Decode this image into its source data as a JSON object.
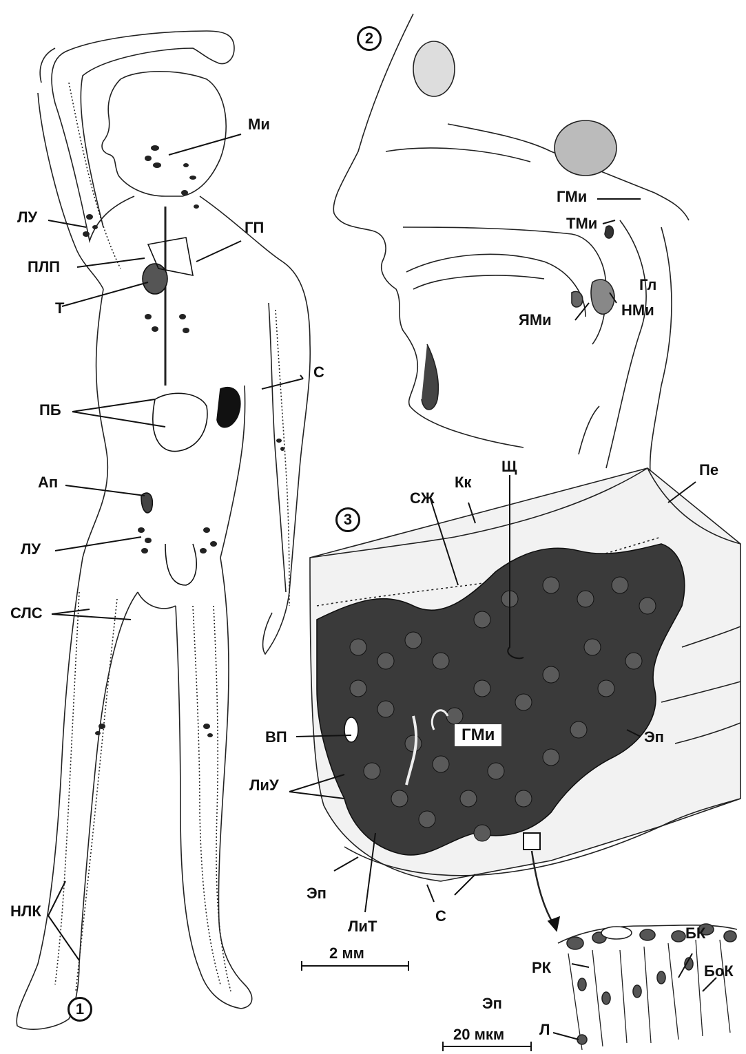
{
  "panels": [
    {
      "number": "1"
    },
    {
      "number": "2"
    },
    {
      "number": "3"
    }
  ],
  "labels": {
    "mi": "Ми",
    "lu_top": "ЛУ",
    "plp": "ПЛП",
    "gp": "ГП",
    "t": "Т",
    "s_arm": "С",
    "pb": "ПБ",
    "ap": "Ап",
    "lu_bottom": "ЛУ",
    "sls": "СЛС",
    "nlk": "НЛК",
    "gmi_nose": "ГМи",
    "tmi": "ТМи",
    "gl": "Гл",
    "yami": "ЯМи",
    "nmi": "НМи",
    "sch": "Щ",
    "kk": "Кк",
    "szh": "СЖ",
    "pe": "Пе",
    "vp": "ВП",
    "gmi_tissue": "ГМи",
    "ep_right": "Эп",
    "liu": "ЛиУ",
    "ep_left": "Эп",
    "lit": "ЛиТ",
    "s_bottom": "С",
    "bk": "БК",
    "rk": "РК",
    "bok": "БоК",
    "ep_cells": "Эп",
    "l": "Л"
  },
  "scale_bars": {
    "tissue": "2 мм",
    "cells": "20 мкм"
  }
}
